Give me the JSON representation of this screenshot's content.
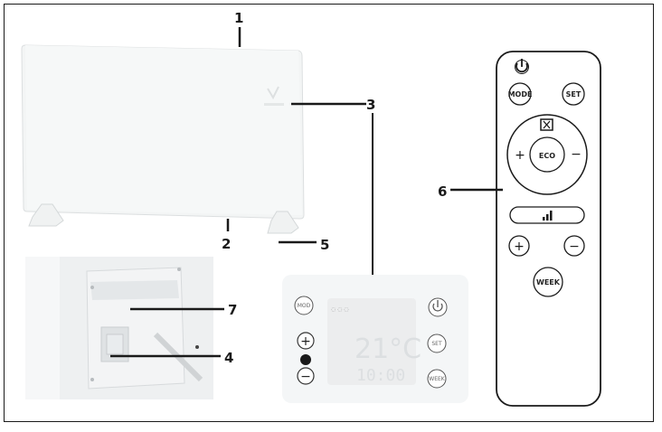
{
  "callouts": {
    "panel_top": "1",
    "foot_left": "2",
    "display": "3",
    "switch": "4",
    "foot_right": "5",
    "remote": "6",
    "bracket": "7"
  },
  "control_panel": {
    "mode_label": "MOD",
    "set_label": "SET",
    "week_label": "WEEK",
    "plus": "+",
    "minus": "−",
    "temperature": "21°C",
    "time": "10:00"
  },
  "remote": {
    "mode_label": "MODE",
    "set_label": "SET",
    "eco_label": "ECO",
    "plus": "+",
    "minus": "−",
    "week_label": "WEEK"
  },
  "colors": {
    "frame": "#1a1a1a",
    "callout_line": "#1a1a1a",
    "panel_glass": "#f4f6f7",
    "remote_body": "#ffffff"
  }
}
